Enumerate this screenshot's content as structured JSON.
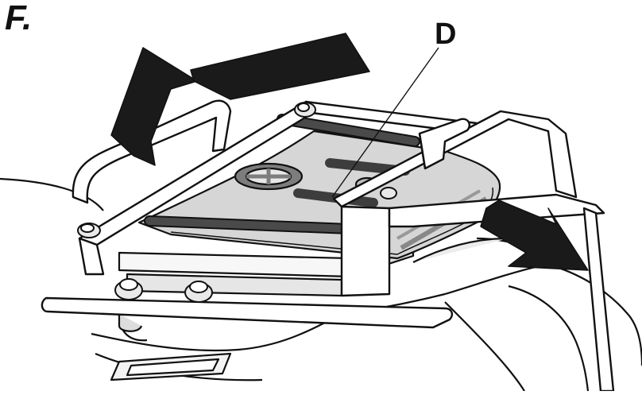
{
  "figure": {
    "step_label": "F.",
    "callout_label": "D",
    "colors": {
      "outline": "#111111",
      "arrow": "#1a1a1a",
      "plate": "#d9d9d9",
      "plate_shade": "#bdbdbd",
      "bar": "#4a4a4a",
      "bike_shade": "#efefef"
    },
    "arrows": [
      "up-arrow",
      "right-arrow",
      "down-right-arrow"
    ]
  }
}
